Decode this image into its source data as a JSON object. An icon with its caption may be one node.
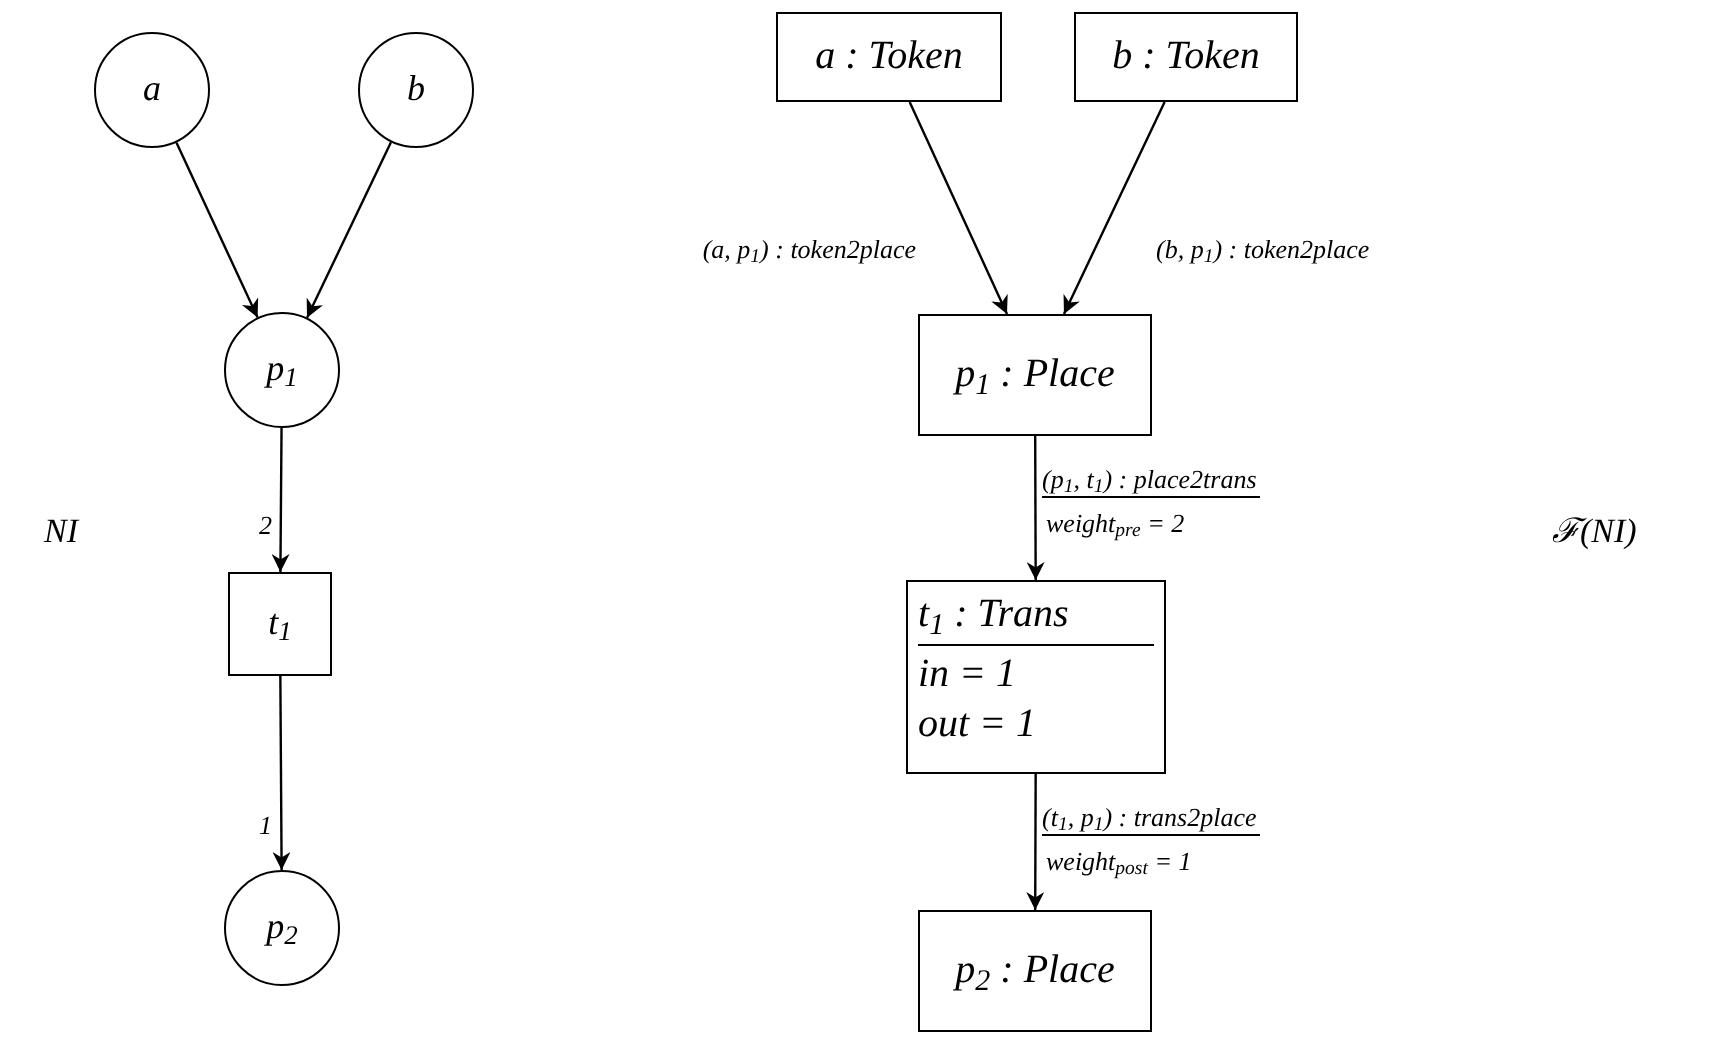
{
  "diagram": {
    "nodes": [
      {
        "text": [
          "a"
        ]
      },
      {
        "text": [
          "b"
        ]
      },
      {
        "text": [
          "p$_{1}$"
        ]
      },
      {
        "text": [
          "t$_{1}$"
        ]
      },
      {
        "text": [
          "p$_{2}$"
        ]
      },
      {
        "text": [
          "a : Token"
        ]
      },
      {
        "text": [
          "b : Token"
        ]
      },
      {
        "text": [
          "p$_{1}$ : Place"
        ]
      },
      {
        "text": [
          "t$_{1}$ : Trans",
          "in = 1",
          "out = 1"
        ]
      },
      {
        "text": [
          "p$_{2}$ : Place"
        ]
      }
    ],
    "edges": [
      {
        "from": 0,
        "to": 2,
        "arrow": "to"
      },
      {
        "from": 1,
        "to": 2,
        "arrow": "to"
      },
      {
        "from": 2,
        "to": 3,
        "arrow": "to",
        "label": "2"
      },
      {
        "from": 3,
        "to": 4,
        "arrow": "to",
        "label": "1"
      },
      {
        "from": 5,
        "to": 7,
        "arrow": "to",
        "label": "(a, p$_{1}$) : token2place"
      },
      {
        "from": 6,
        "to": 7,
        "arrow": "to",
        "label": "(b, p$_{1}$) : token2place"
      },
      {
        "from": 7,
        "to": 8,
        "arrow": "to",
        "label": "(p$_{1}$, t$_{1}$) : place2trans"
      },
      {
        "from": 8,
        "to": 9,
        "arrow": "to",
        "label": "(t$_{1}$, p$_{1}$) : trans2place"
      }
    ],
    "labels": [
      "NI",
      "ℱ(NI)",
      "weight$_{pre}$ = 2",
      "weight$_{post}$ = 1"
    ]
  }
}
